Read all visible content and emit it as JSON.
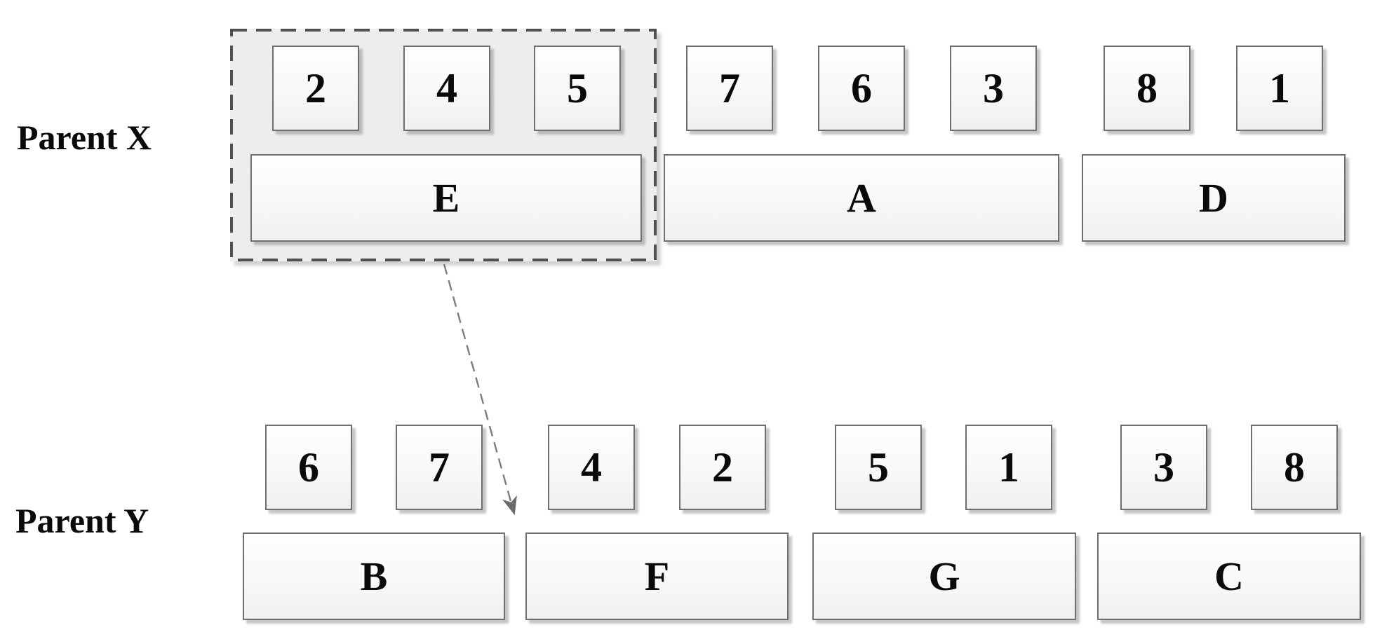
{
  "diagram": {
    "background": "#ffffff",
    "colors": {
      "box_border": "#6f6f6f",
      "box_fill_top": "#fefefe",
      "box_fill_bottom": "#f0f0f0",
      "selection_fill": "#ededed",
      "selection_border": "#4f4f4f",
      "arrow": "#7d7d7d",
      "text": "#0a0a0a"
    },
    "parent_x": {
      "label": "Parent X",
      "groups": [
        {
          "name": "E",
          "genes": [
            "2",
            "4",
            "5"
          ],
          "selected": true
        },
        {
          "name": "A",
          "genes": [
            "7",
            "6",
            "3"
          ],
          "selected": false
        },
        {
          "name": "D",
          "genes": [
            "8",
            "1"
          ],
          "selected": false
        }
      ]
    },
    "parent_y": {
      "label": "Parent Y",
      "groups": [
        {
          "name": "B",
          "genes": [
            "6",
            "7"
          ],
          "selected": false
        },
        {
          "name": "F",
          "genes": [
            "4",
            "2"
          ],
          "selected": false
        },
        {
          "name": "G",
          "genes": [
            "5",
            "1"
          ],
          "selected": false
        },
        {
          "name": "C",
          "genes": [
            "3",
            "8"
          ],
          "selected": false
        }
      ]
    }
  }
}
